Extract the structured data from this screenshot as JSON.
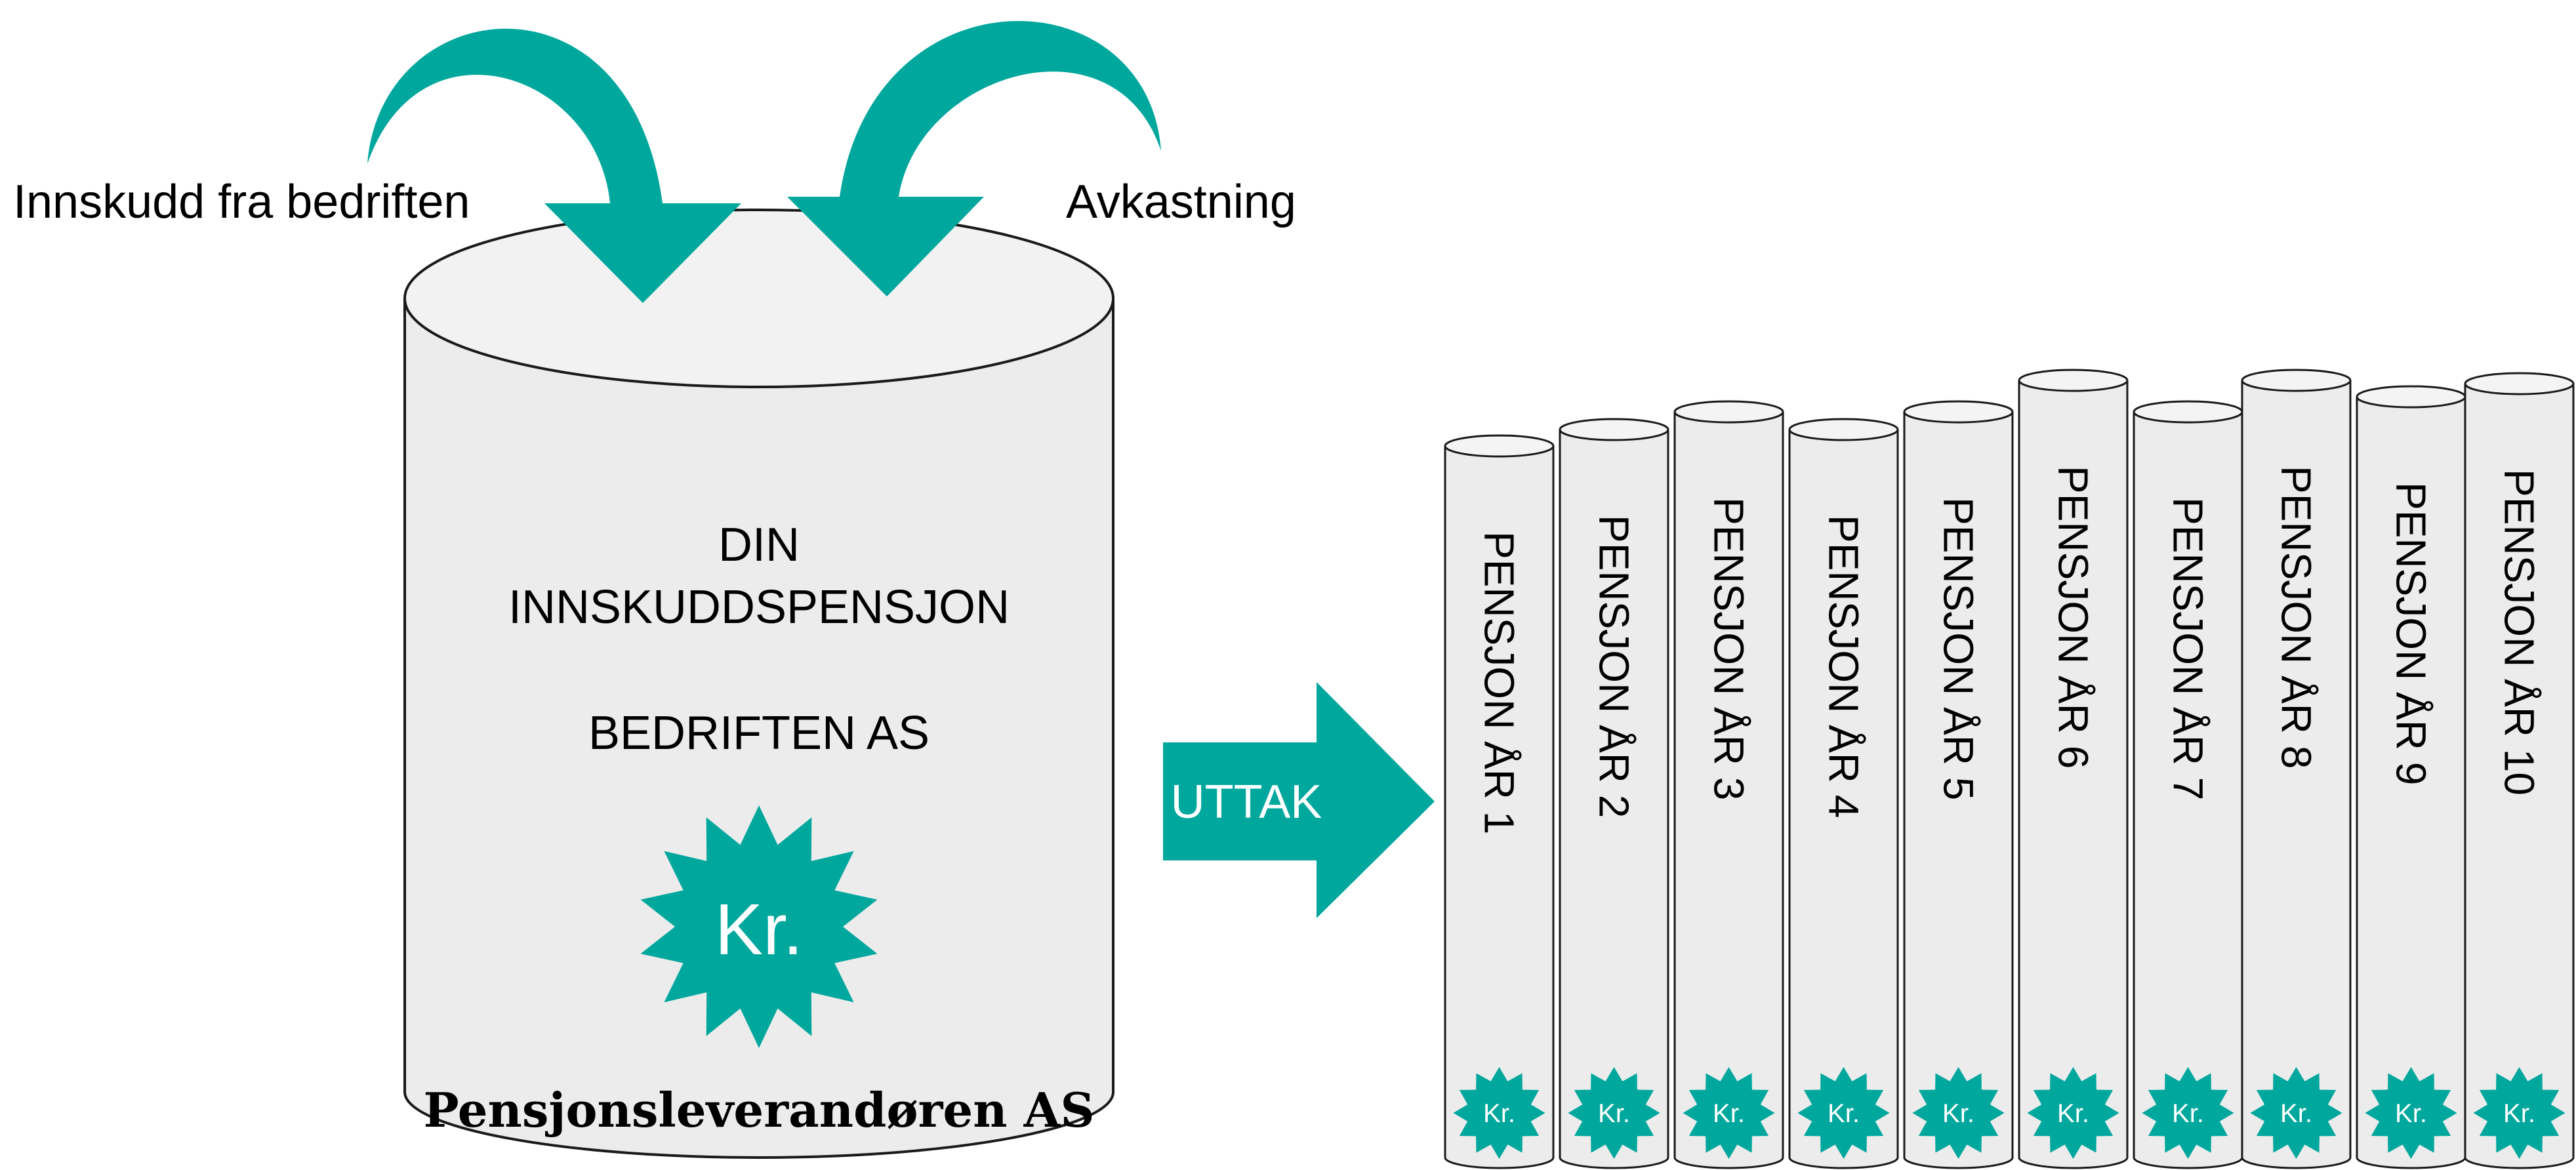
{
  "labels": {
    "contribution": "Innskudd fra bedriften",
    "returns": "Avkastning",
    "title_line1": "DIN",
    "title_line2": "INNSKUDDSPENSJON",
    "company": "BEDRIFTEN AS",
    "currency": "Kr.",
    "provider": "Pensjonsleverandøren AS",
    "withdrawal": "UTTAK"
  },
  "payouts": [
    "PENSJON ÅR 1",
    "PENSJON ÅR 2",
    "PENSJON ÅR 3",
    "PENSJON ÅR 4",
    "PENSJON ÅR 5",
    "PENSJON ÅR 6",
    "PENSJON ÅR 7",
    "PENSJON ÅR 8",
    "PENSJON ÅR 9",
    "PENSJON ÅR 10"
  ],
  "colors": {
    "accent": "#00A79D",
    "cylinder_fill": "#ECECEC",
    "outline": "#1A1A1A",
    "text": "#000000",
    "badge_text": "#FFFFFF"
  }
}
